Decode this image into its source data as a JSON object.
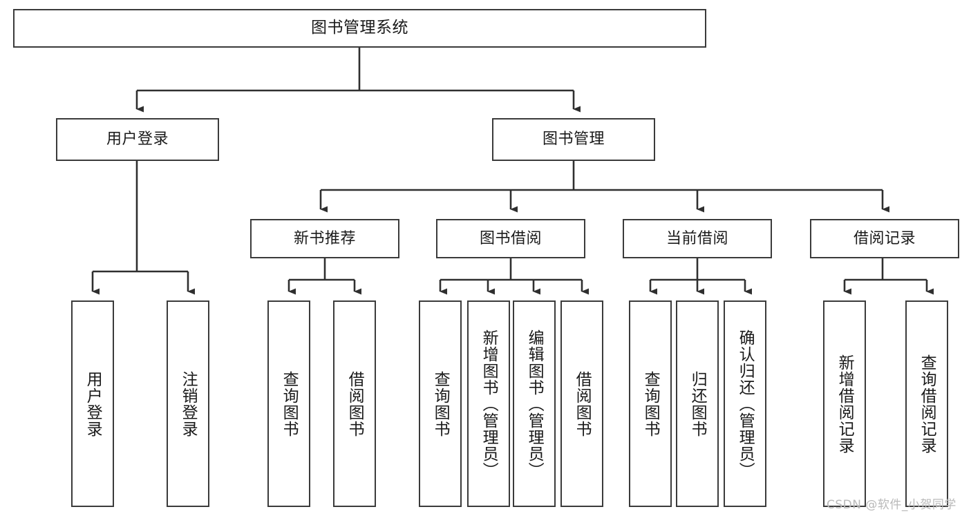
{
  "diagram": {
    "type": "tree",
    "title": "图书管理系统",
    "orientation": "top-down",
    "colors": {
      "box_border": "#3a3a3a",
      "box_fill": "#ffffff",
      "connector": "#2f2f2f",
      "text": "#1a1a1a",
      "watermark": "#b9b9b9",
      "background": "#ffffff"
    },
    "nodes": {
      "root": {
        "label": "图书管理系统"
      },
      "level2": [
        {
          "id": "user-login",
          "label": "用户登录"
        },
        {
          "id": "book-manage",
          "label": "图书管理"
        }
      ],
      "level3": [
        {
          "id": "new-book-recommend",
          "label": "新书推荐"
        },
        {
          "id": "book-borrow",
          "label": "图书借阅"
        },
        {
          "id": "current-borrow",
          "label": "当前借阅"
        },
        {
          "id": "borrow-record",
          "label": "借阅记录"
        }
      ],
      "leaves": {
        "user-login": [
          {
            "id": "leaf-user-login",
            "label": "用户登录"
          },
          {
            "id": "leaf-user-logout",
            "label": "注销登录"
          }
        ],
        "new-book-recommend": [
          {
            "id": "leaf-query-book-1",
            "label": "查询图书"
          },
          {
            "id": "leaf-borrow-book-1",
            "label": "借阅图书"
          }
        ],
        "book-borrow": [
          {
            "id": "leaf-query-book-2",
            "label": "查询图书"
          },
          {
            "id": "leaf-add-book",
            "label": "新增图书（管理员）"
          },
          {
            "id": "leaf-edit-book",
            "label": "编辑图书（管理员）"
          },
          {
            "id": "leaf-borrow-book-2",
            "label": "借阅图书"
          }
        ],
        "current-borrow": [
          {
            "id": "leaf-query-book-3",
            "label": "查询图书"
          },
          {
            "id": "leaf-return-book",
            "label": "归还图书"
          },
          {
            "id": "leaf-confirm-return",
            "label": "确认归还（管理员）"
          }
        ],
        "borrow-record": [
          {
            "id": "leaf-add-record",
            "label": "新增借阅记录"
          },
          {
            "id": "leaf-query-record",
            "label": "查询借阅记录"
          }
        ]
      }
    },
    "watermark": "CSDN @软件_小贺同学"
  }
}
